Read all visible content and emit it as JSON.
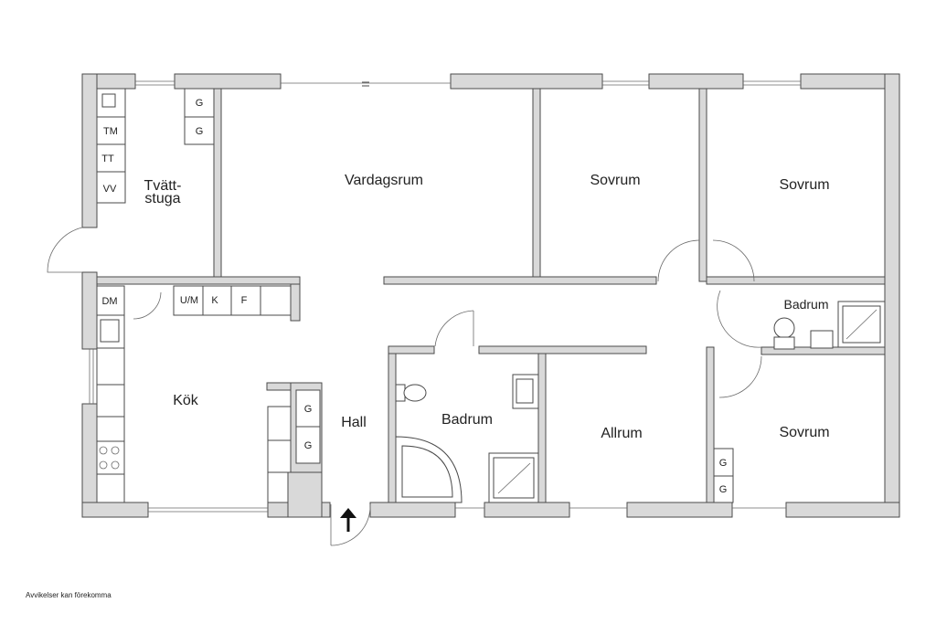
{
  "rooms": {
    "vardagsrum": "Vardagsrum",
    "sovrum_1": "Sovrum",
    "sovrum_2": "Sovrum",
    "sovrum_3": "Sovrum",
    "tvattstuga_line1": "Tvätt-",
    "tvattstuga_line2": "stuga",
    "kok": "Kök",
    "hall": "Hall",
    "badrum_1": "Badrum",
    "badrum_2": "Badrum",
    "allrum": "Allrum"
  },
  "fixtures": {
    "g": "G",
    "tm": "TM",
    "tt": "TT",
    "vv": "VV",
    "dm": "DM",
    "um": "U/M",
    "k": "K",
    "f": "F"
  },
  "note": "Avvikelser kan förekomma",
  "icons": [
    "entrance-arrow-icon",
    "door-swing-icon",
    "sink-icon",
    "toilet-icon",
    "bathtub-icon",
    "shower-icon",
    "stove-icon"
  ]
}
